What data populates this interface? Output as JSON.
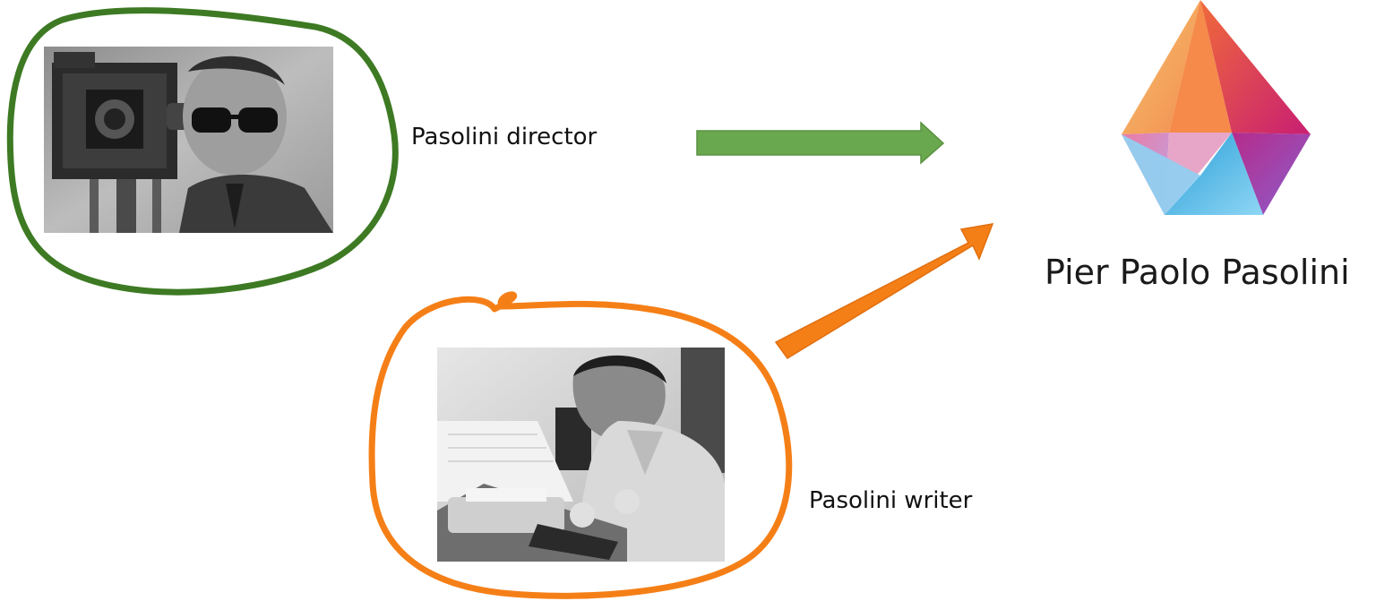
{
  "nodes": {
    "director": {
      "label": "Pasolini director",
      "photo": "pasolini-with-film-camera-photo",
      "outline_color": "#3d7a23"
    },
    "writer": {
      "label": "Pasolini writer",
      "photo": "pasolini-at-typewriter-photo",
      "outline_color": "#f57f17"
    },
    "entity": {
      "label": "Pier Paolo Pasolini",
      "icon": "gradient-gem-icon"
    }
  },
  "edges": [
    {
      "from": "director",
      "to": "entity",
      "color": "#6aa84f"
    },
    {
      "from": "writer",
      "to": "entity",
      "color": "#f57f17"
    }
  ]
}
